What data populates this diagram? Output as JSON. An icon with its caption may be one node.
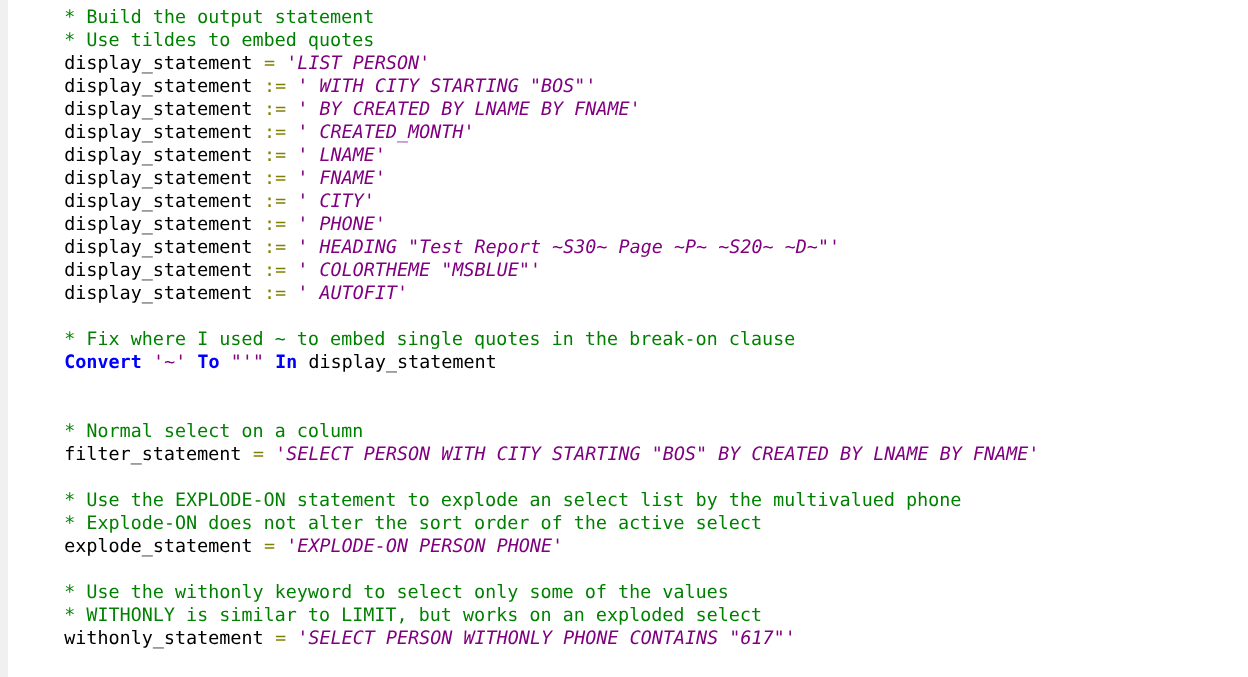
{
  "diagram": {
    "labels": [
      "* Build the output statement",
      "* Use tildes to embed quotes",
      "display_statement",
      "=",
      "'LIST PERSON'",
      "display_statement",
      ":=",
      "' WITH CITY STARTING \"BOS\"'",
      "display_statement",
      ":=",
      "' BY CREATED BY LNAME BY FNAME'",
      "display_statement",
      ":=",
      "' CREATED_MONTH'",
      "display_statement",
      ":=",
      "' LNAME'",
      "display_statement",
      ":=",
      "' FNAME'",
      "display_statement",
      ":=",
      "' CITY'",
      "display_statement",
      ":=",
      "' PHONE'",
      "display_statement",
      ":=",
      "' HEADING \"Test Report ~S30~ Page ~P~ ~S20~ ~D~\"'",
      "display_statement",
      ":=",
      "' COLORTHEME \"MSBLUE\"'",
      "display_statement",
      ":=",
      "' AUTOFIT'",
      "* Fix where I used ~ to embed single quotes in the break-on clause",
      "Convert",
      "'~'",
      "To",
      "\"'\"",
      "In",
      "display_statement",
      "* Normal select on a column",
      "filter_statement",
      "=",
      "'SELECT PERSON WITH CITY STARTING \"BOS\" BY CREATED BY LNAME BY FNAME'",
      "* Use the EXPLODE-ON statement to explode an select list by the multivalued phone",
      "* Explode-ON does not alter the sort order of the active select",
      "explode_statement",
      "=",
      "'EXPLODE-ON PERSON PHONE'",
      "* Use the withonly keyword to select only some of the values",
      "* WITHONLY is similar to LIMIT, but works on an exploded select",
      "withonly_statement",
      "=",
      "'SELECT PERSON WITHONLY PHONE CONTAINS \"617\"'"
    ]
  }
}
